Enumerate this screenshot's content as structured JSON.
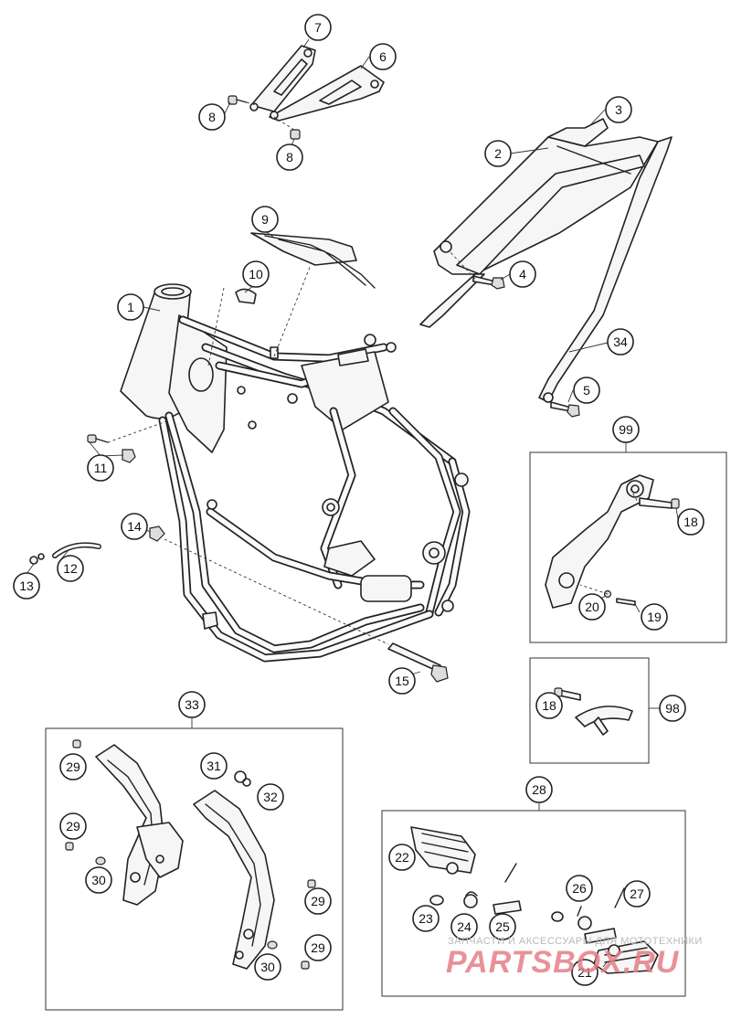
{
  "callouts": {
    "c1": "1",
    "c2": "2",
    "c3": "3",
    "c4": "4",
    "c5": "5",
    "c6": "6",
    "c7": "7",
    "c8a": "8",
    "c8b": "8",
    "c9": "9",
    "c10": "10",
    "c11": "11",
    "c12": "12",
    "c13": "13",
    "c14": "14",
    "c15": "15",
    "c18a": "18",
    "c18b": "18",
    "c19": "19",
    "c20": "20",
    "c21": "21",
    "c22": "22",
    "c23": "23",
    "c24": "24",
    "c25": "25",
    "c26": "26",
    "c27": "27",
    "c28": "28",
    "c29a": "29",
    "c29b": "29",
    "c29c": "29",
    "c29d": "29",
    "c30a": "30",
    "c30b": "30",
    "c31": "31",
    "c32": "32",
    "c33": "33",
    "c34": "34",
    "c98": "98",
    "c99": "99"
  },
  "watermark": {
    "tagline": "ЗАПЧАСТИ И АКСЕССУАРЫ ДЛЯ МОТОТЕХНИКИ",
    "brand": "PARTSBOX.RU"
  }
}
